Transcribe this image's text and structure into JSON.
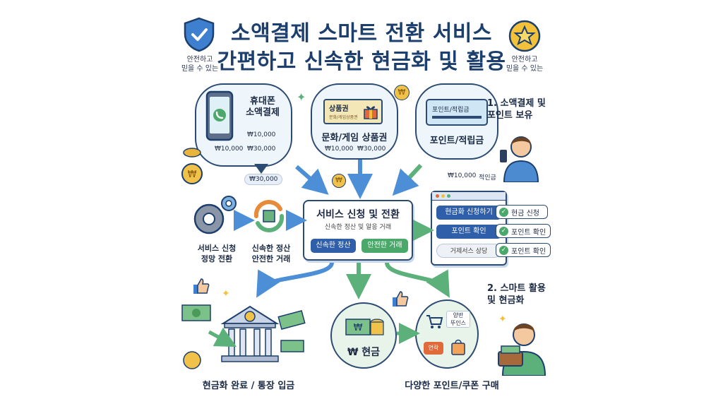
{
  "title": {
    "line1": "소액결제 스마트 전환 서비스",
    "line2": "간편하고 신속한 현금화 및 활용"
  },
  "badges": {
    "left": "안전하고\n믿을 수 있는",
    "right": "안전하고\n믿을 수 있는"
  },
  "sources": {
    "phone": {
      "label": "휴대폰\n소액결제",
      "amounts": [
        "₩10,000",
        "₩10,000",
        "₩30,000"
      ],
      "extra": "₩30,000"
    },
    "gift": {
      "card_title": "상품권",
      "card_sub": "문화/게임상품권",
      "label": "문화/게임 상품권",
      "amounts": [
        "₩10,000",
        "₩30,000"
      ]
    },
    "points": {
      "card_title": "포인트/적립금",
      "label": "포인트/적립금",
      "amounts": [
        "₩10,000",
        "적인금"
      ]
    }
  },
  "step1": "1. 소액결제 및\n포인트 보유",
  "step2": "2. 스마트 활용\n및 현금화",
  "left_process": {
    "gear_caption": "서비스 신청\n정망 전환",
    "cycle_caption": "신속한 정산\n안전한 거래"
  },
  "center": {
    "title": "서비스 신청 및 전환",
    "subtitle": "신속한 정산 및 알응 거래",
    "btn_fast": "신속한 정산",
    "btn_safe": "안전한 거래"
  },
  "app_panel": {
    "btn1": "현금화 신청하기",
    "btn2": "포인트 확인",
    "btn3": "거제서스 상당",
    "check1": "현금 신청",
    "check2": "포인트 확인",
    "check3": "포인트 확인"
  },
  "outcomes": {
    "bank_caption": "현금화 완료 / 통장 입금",
    "cash_label": "₩ 현금",
    "shop_caption": "다양한 포인트/쿠폰 구매",
    "shop_item1": "양반\n뚜인스",
    "shop_item2": "언락"
  },
  "colors": {
    "navy": "#1c3f6e",
    "blue_arrow": "#4c8fd6",
    "green_arrow": "#5cb07a",
    "bubble_fill": "#eef6fb",
    "coin": "#e8b43a"
  }
}
